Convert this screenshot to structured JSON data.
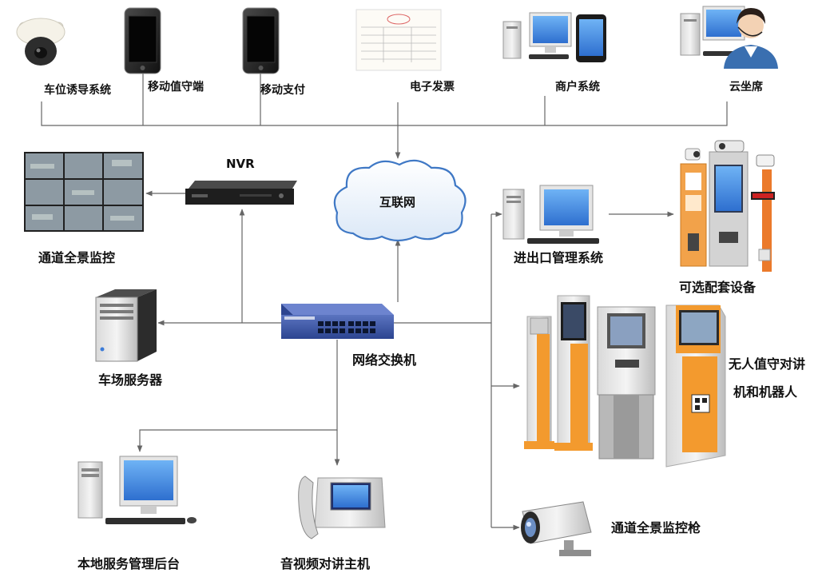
{
  "diagram": {
    "center": {
      "label": "网络交换机"
    },
    "cloud": {
      "label": "互联网"
    },
    "nvr": {
      "label": "NVR"
    },
    "top_row": [
      {
        "id": "parking-guide",
        "label": "车位诱导系统",
        "icon": "dome-camera-icon"
      },
      {
        "id": "mobile-duty",
        "label": "移动值守端",
        "icon": "smartphone-icon"
      },
      {
        "id": "mobile-pay",
        "label": "移动支付",
        "icon": "smartphone-icon"
      },
      {
        "id": "e-invoice",
        "label": "电子发票",
        "icon": "invoice-document-icon"
      },
      {
        "id": "merchant",
        "label": "商户系统",
        "icon": "desktop-tablet-icon"
      },
      {
        "id": "cloud-seat",
        "label": "云坐席",
        "icon": "desktop-operator-icon"
      }
    ],
    "left_side": [
      {
        "id": "panorama-monitor",
        "label": "通道全景监控",
        "icon": "video-wall-icon"
      },
      {
        "id": "yard-server",
        "label": "车场服务器",
        "icon": "server-tower-icon"
      },
      {
        "id": "local-admin",
        "label": "本地服务管理后台",
        "icon": "desktop-computer-icon"
      },
      {
        "id": "intercom-host",
        "label": "音视频对讲主机",
        "icon": "video-phone-icon"
      }
    ],
    "right_side": [
      {
        "id": "access-mgmt",
        "label": "进出口管理系统",
        "icon": "desktop-computer-icon"
      },
      {
        "id": "optional-equipment",
        "label": "可选配套设备",
        "icon": "barrier-gate-icon"
      },
      {
        "id": "unattended-robot",
        "label": "无人值守对讲机和机器人",
        "label_lines": [
          "无人值守对讲",
          "机和机器人"
        ],
        "icon": "kiosk-robot-icon"
      },
      {
        "id": "panorama-camera",
        "label": "通道全景监控枪",
        "icon": "bullet-camera-icon"
      }
    ],
    "colors": {
      "line": "#666666",
      "switch": "#3b56a5",
      "cloud": "#3f78c5",
      "screen": "#4a8fe0",
      "kiosk_orange": "#f39a2e"
    }
  }
}
